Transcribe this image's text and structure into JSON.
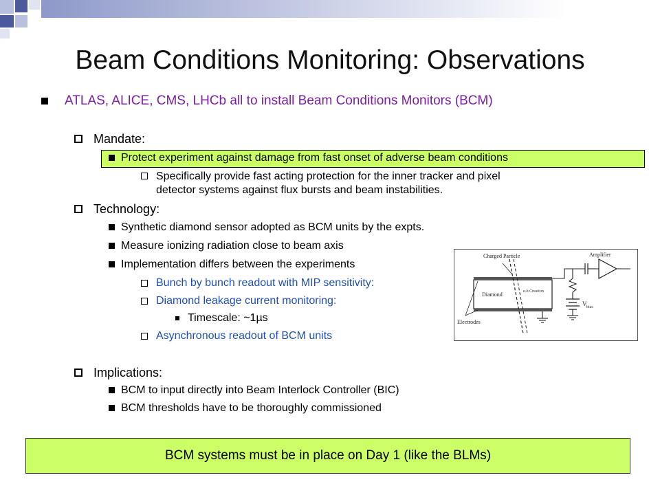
{
  "slide": {
    "title": "Beam Conditions Monitoring: Observations",
    "main_bullet": "ATLAS, ALICE, CMS, LHCb all to install Beam Conditions Monitors (BCM)",
    "mandate": {
      "label": "Mandate:",
      "highlight": "Protect experiment against damage from fast onset of adverse beam conditions",
      "sub_line1": "Specifically provide fast acting protection for the inner tracker and pixel",
      "sub_line2": "detector systems against flux bursts and beam instabilities."
    },
    "technology": {
      "label": "Technology:",
      "items": [
        "Synthetic diamond sensor adopted as BCM units by the expts.",
        "Measure ionizing radiation close to beam axis",
        "Implementation differs between the experiments"
      ],
      "sub_items": [
        "Bunch by bunch readout with MIP sensitivity:",
        "Diamond leakage current monitoring:"
      ],
      "timescale": "Timescale: ~1µs",
      "async": "Asynchronous readout of BCM units"
    },
    "implications": {
      "label": "Implications:",
      "items": [
        "BCM to input directly into Beam Interlock Controller (BIC)",
        "BCM thresholds have to be thoroughly commissioned"
      ]
    },
    "bottom_box": "BCM systems must be in place on Day 1 (like the BLMs)"
  },
  "diagram": {
    "charged_particle": "Charged Particle",
    "amplifier": "Amplifier",
    "diamond": "Diamond",
    "eh_creation": "e-h Creation",
    "electrodes": "Electrodes",
    "vbias": "V",
    "vbias_sub": "bias"
  },
  "colors": {
    "highlight": "#ccff66",
    "purple_text": "#7b1fa2",
    "blue_text": "#1f4fb4",
    "corner_blue": "#4a5a9c",
    "corner_light": "#b8c0e0"
  }
}
